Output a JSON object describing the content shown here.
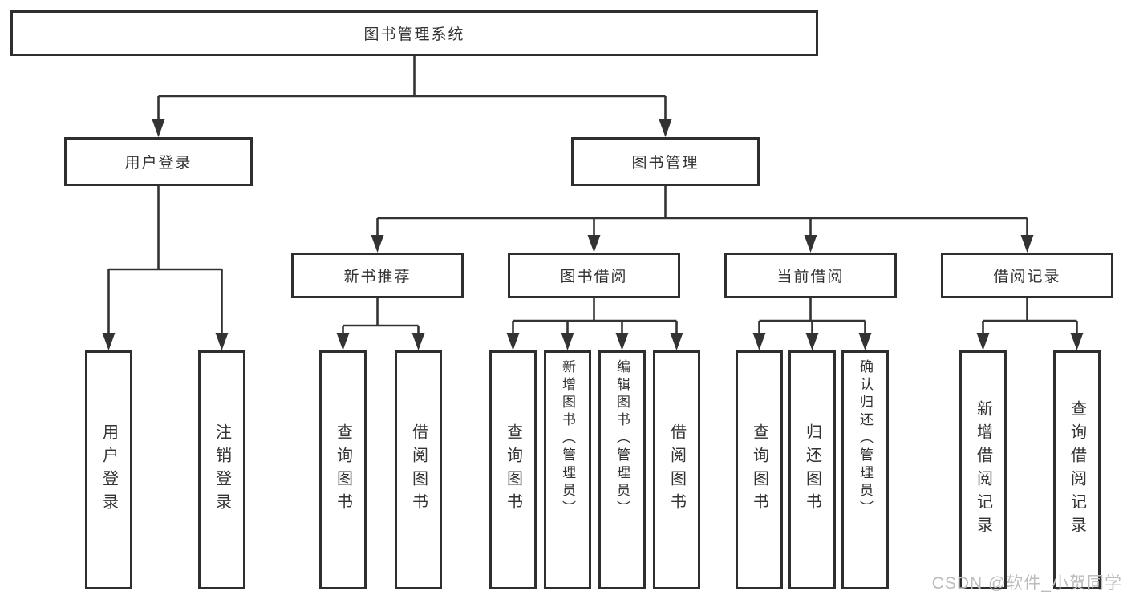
{
  "colors": {
    "background": "#ffffff",
    "line": "#333333",
    "box_border": "#2e2e2e",
    "text": "#333333",
    "watermark": "#bdbdbd"
  },
  "root": {
    "label": "图书管理系统"
  },
  "level2": {
    "user_login": {
      "label": "用户登录"
    },
    "book_management": {
      "label": "图书管理"
    }
  },
  "level3": {
    "new_book_recommend": {
      "label": "新书推荐"
    },
    "book_borrowing": {
      "label": "图书借阅"
    },
    "current_borrowing": {
      "label": "当前借阅"
    },
    "borrowing_records": {
      "label": "借阅记录"
    }
  },
  "level4": {
    "login_user_login": {
      "label": "用户登录"
    },
    "login_logout": {
      "label": "注销登录"
    },
    "recommend_query_books": {
      "label": "查询图书"
    },
    "recommend_borrow_books": {
      "label": "借阅图书"
    },
    "borrowing_query_books": {
      "label": "查询图书"
    },
    "borrowing_add_books": {
      "label": "新增图书（管理员）"
    },
    "borrowing_edit_books": {
      "label": "编辑图书（管理员）"
    },
    "borrowing_borrow_books": {
      "label": "借阅图书"
    },
    "current_query_books": {
      "label": "查询图书"
    },
    "current_return_books": {
      "label": "归还图书"
    },
    "current_confirm_return": {
      "label": "确认归还（管理员）"
    },
    "records_add_record": {
      "label": "新增借阅记录"
    },
    "records_query_record": {
      "label": "查询借阅记录"
    }
  },
  "watermark": {
    "text": "CSDN @软件_小贺同学"
  }
}
